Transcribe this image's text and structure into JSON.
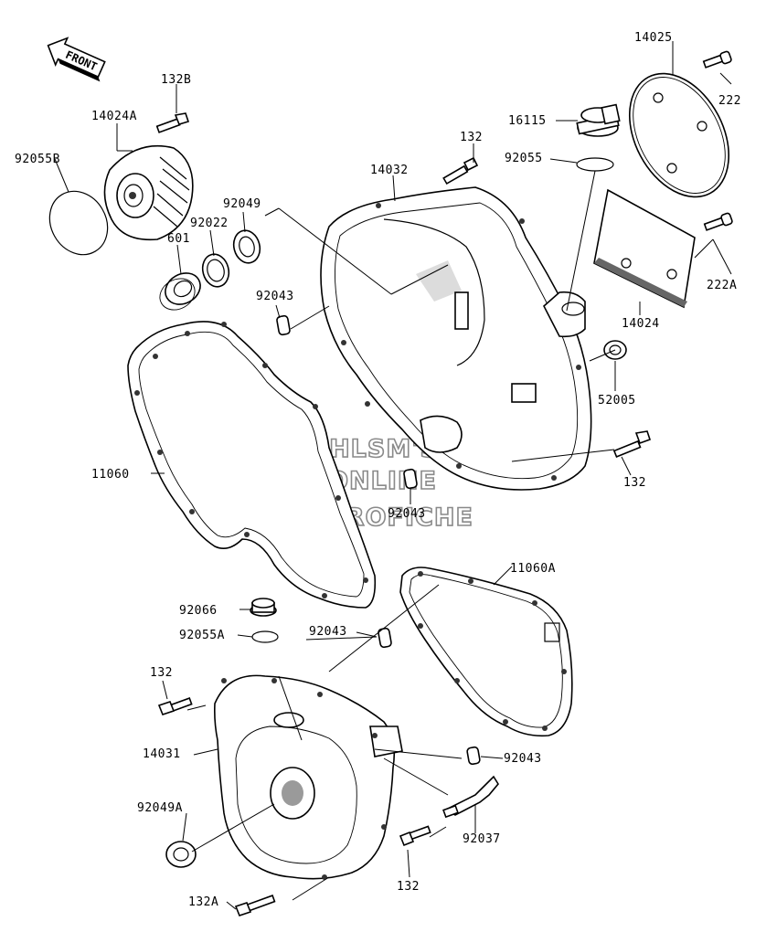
{
  "front_arrow": {
    "label": "FRONT"
  },
  "watermark": {
    "line1": "HLSM'S",
    "line2": "ONLINE",
    "line3": "MICROFICHE"
  },
  "parts": {
    "p14025": "14025",
    "p222": "222",
    "p132B": "132B",
    "p14024A": "14024A",
    "p16115": "16115",
    "p132_top": "132",
    "p92055": "92055",
    "p92055B": "92055B",
    "p14032": "14032",
    "p92049": "92049",
    "p92022": "92022",
    "p601": "601",
    "p222A": "222A",
    "p92043_a": "92043",
    "p14024": "14024",
    "p52005": "52005",
    "p11060": "11060",
    "p132_right": "132",
    "p92043_b": "92043",
    "p11060A": "11060A",
    "p92066": "92066",
    "p92055A": "92055A",
    "p92043_c": "92043",
    "p132_left": "132",
    "p14031": "14031",
    "p92043_d": "92043",
    "p92049A": "92049A",
    "p92037": "92037",
    "p132_bottom": "132",
    "p132A": "132A"
  }
}
